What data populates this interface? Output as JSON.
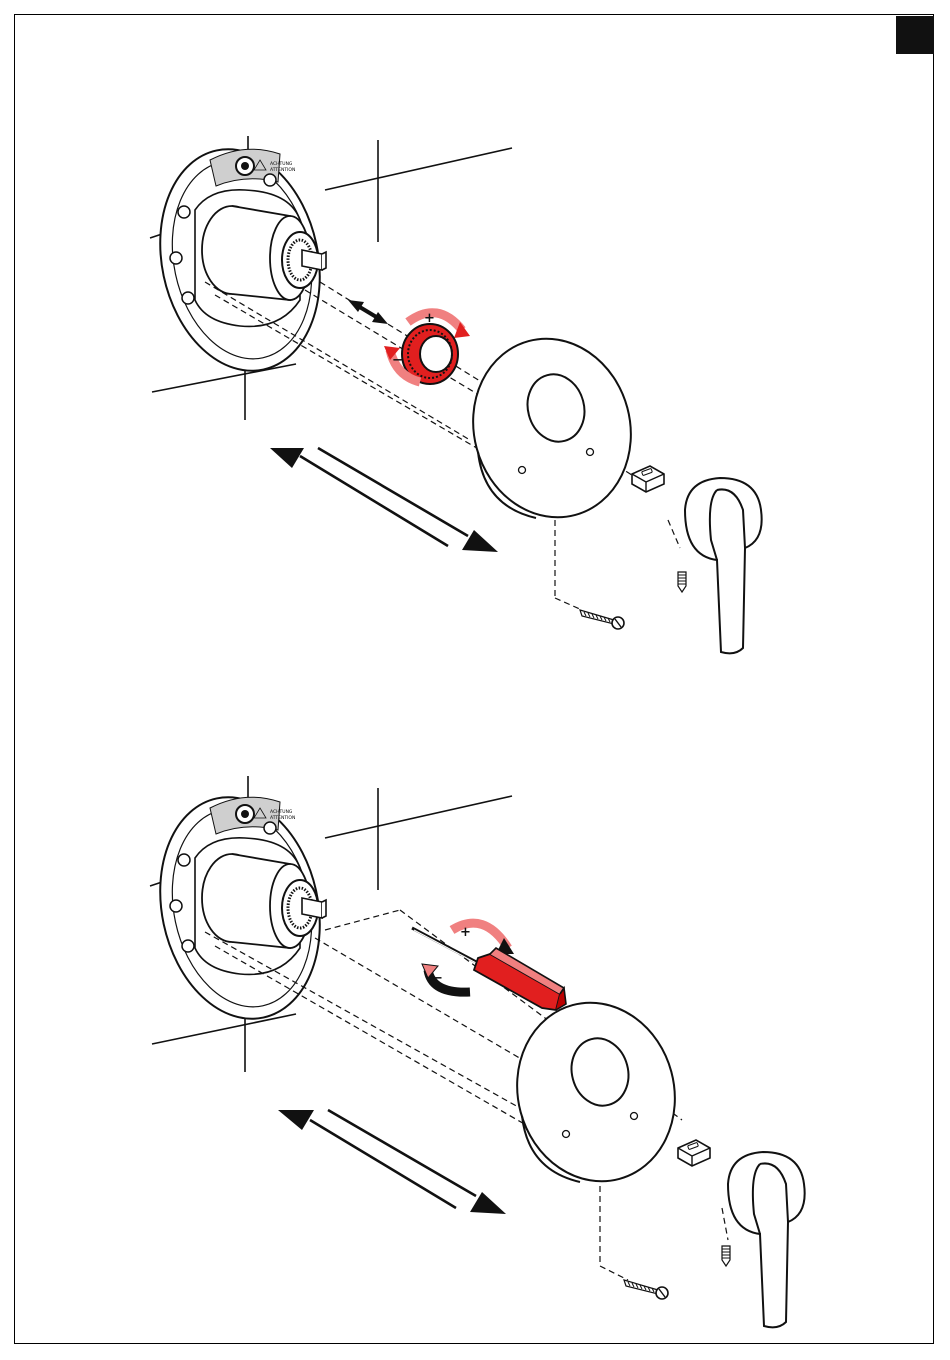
{
  "document": {
    "type": "installation-diagram",
    "colors": {
      "ink": "#111111",
      "accent_red": "#e11f1f",
      "accent_red_light": "#f08080",
      "paper": "#ffffff",
      "page_tab": "#111111"
    }
  },
  "figures": [
    {
      "id": "figure-top",
      "step": "adjust-cartridge-with-ring",
      "tool_icon": "adjustment-ring-icon",
      "rotation_marks": [
        "+",
        "−"
      ],
      "valve_label_lines": [
        "ACHTUNG",
        "ATTENTION"
      ]
    },
    {
      "id": "figure-bottom",
      "step": "adjust-cartridge-with-screwdriver",
      "tool_icon": "screwdriver-icon",
      "rotation_marks": [
        "+",
        "−"
      ],
      "valve_label_lines": [
        "ACHTUNG",
        "ATTENTION"
      ]
    }
  ]
}
